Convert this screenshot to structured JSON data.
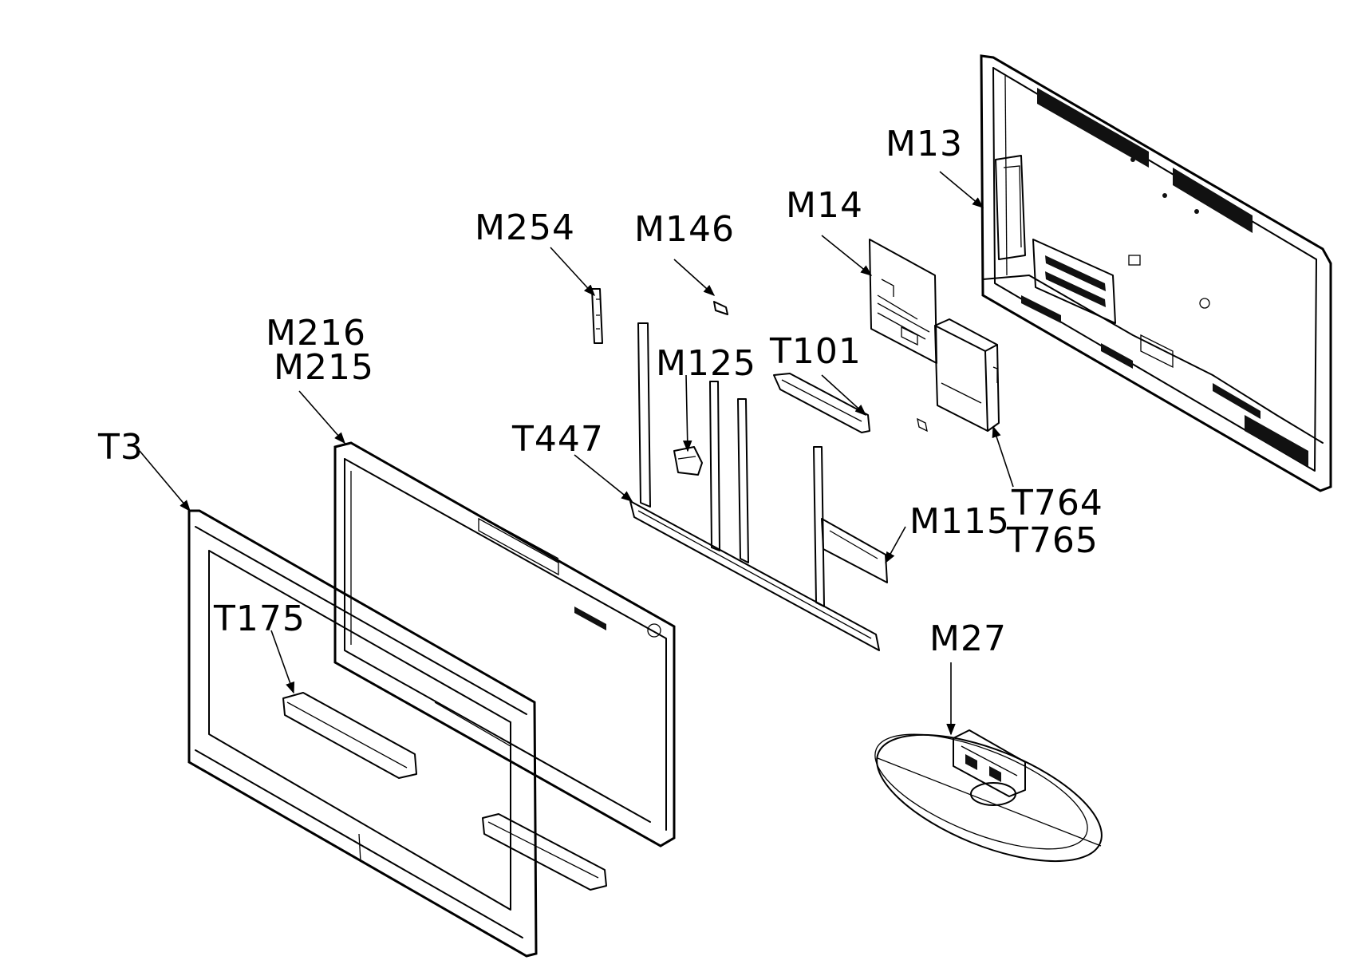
{
  "labels": {
    "m13": "M13",
    "m14": "M14",
    "m254": "M254",
    "m146": "M146",
    "m216": "M216",
    "m215": "M215",
    "t3": "T3",
    "t101": "T101",
    "m125": "M125",
    "t447": "T447",
    "t764": "T764",
    "t765": "T765",
    "m115": "M115",
    "t175": "T175",
    "m27": "M27"
  }
}
